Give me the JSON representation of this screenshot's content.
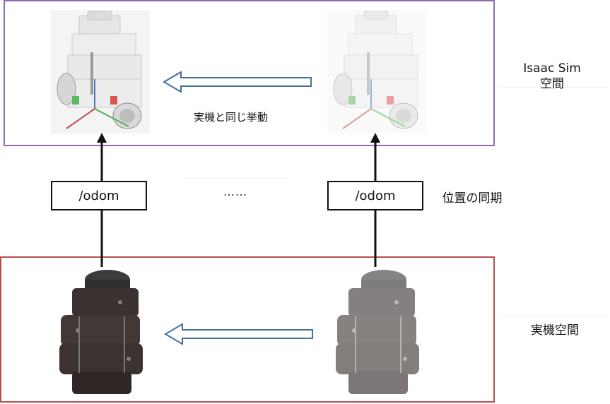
{
  "sim_space_label": [
    "Isaac Sim",
    "空間"
  ],
  "real_space_label": "実機空間",
  "sim_behavior_caption": "実機と同じ挙動",
  "odom_left": "/odom",
  "odom_right": "/odom",
  "ellipsis": "……",
  "position_sync_label": "位置の同期",
  "colors": {
    "sim_frame": "#8f6cb1",
    "real_frame": "#b6504f",
    "hollow_arrow": "#41719c",
    "solid_arrow": "#111111"
  },
  "icons": [
    "sim-robot-model-icon",
    "real-robot-photo-icon"
  ]
}
